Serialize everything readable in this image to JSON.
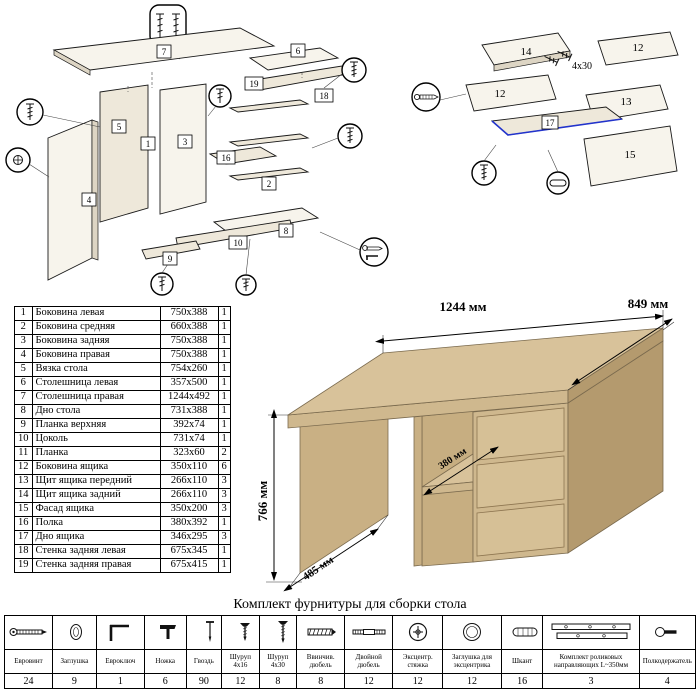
{
  "exploded_left": {
    "labels": {
      "l7": "7",
      "l6": "6",
      "l19": "19",
      "l18": "18",
      "l5": "5",
      "l1": "1",
      "l3": "3",
      "l16": "16",
      "l2": "2",
      "l4": "4",
      "l10": "10",
      "l8": "8",
      "l9": "9"
    }
  },
  "exploded_right": {
    "labels": {
      "l14": "14",
      "l12a": "12",
      "l12b": "12",
      "l13": "13",
      "l17": "17",
      "l15": "15"
    },
    "screw_note": "4x30",
    "accent_blue": "#2233cc"
  },
  "desk": {
    "dim_width": "1244 мм",
    "dim_depth": "849 мм",
    "dim_height": "766 мм",
    "dim_shelf": "380 мм",
    "dim_left": "485 мм",
    "colors": {
      "top": "#d8c29a",
      "front": "#cfb88e",
      "side": "#b49a6e",
      "left_panel": "#c9b084",
      "drawer": "#d6c096",
      "cubby": "#c7ae81"
    }
  },
  "parts": {
    "rows": [
      {
        "num": "1",
        "name": "Боковина левая",
        "size": "750x388",
        "qty": "1"
      },
      {
        "num": "2",
        "name": "Боковина средняя",
        "size": "660x388",
        "qty": "1"
      },
      {
        "num": "3",
        "name": "Боковина задняя",
        "size": "750x388",
        "qty": "1"
      },
      {
        "num": "4",
        "name": "Боковина правая",
        "size": "750x388",
        "qty": "1"
      },
      {
        "num": "5",
        "name": "Вязка стола",
        "size": "754x260",
        "qty": "1"
      },
      {
        "num": "6",
        "name": "Столешница левая",
        "size": "357x500",
        "qty": "1"
      },
      {
        "num": "7",
        "name": "Столешница правая",
        "size": "1244x492",
        "qty": "1"
      },
      {
        "num": "8",
        "name": "Дно стола",
        "size": "731x388",
        "qty": "1"
      },
      {
        "num": "9",
        "name": "Планка верхняя",
        "size": "392x74",
        "qty": "1"
      },
      {
        "num": "10",
        "name": "Цоколь",
        "size": "731x74",
        "qty": "1"
      },
      {
        "num": "11",
        "name": "Планка",
        "size": "323x60",
        "qty": "2"
      },
      {
        "num": "12",
        "name": "Боковина ящика",
        "size": "350x110",
        "qty": "6"
      },
      {
        "num": "13",
        "name": "Щит ящика передний",
        "size": "266x110",
        "qty": "3"
      },
      {
        "num": "14",
        "name": "Щит ящика задний",
        "size": "266x110",
        "qty": "3"
      },
      {
        "num": "15",
        "name": "Фасад ящика",
        "size": "350x200",
        "qty": "3"
      },
      {
        "num": "16",
        "name": "Полка",
        "size": "380x392",
        "qty": "1"
      },
      {
        "num": "17",
        "name": "Дно ящика",
        "size": "346x295",
        "qty": "3"
      },
      {
        "num": "18",
        "name": "Стенка задняя левая",
        "size": "675x345",
        "qty": "1"
      },
      {
        "num": "19",
        "name": "Стенка задняя правая",
        "size": "675x415",
        "qty": "1"
      }
    ]
  },
  "kit": {
    "title": "Комплект фурнитуры для сборки стола",
    "items": [
      {
        "name": "Евровинт",
        "qty": "24",
        "icon": "confirmat-screw-icon"
      },
      {
        "name": "Заглушка",
        "qty": "9",
        "icon": "cap-icon"
      },
      {
        "name": "Евроключ",
        "qty": "1",
        "icon": "hex-key-icon"
      },
      {
        "name": "Ножка",
        "qty": "6",
        "icon": "foot-icon"
      },
      {
        "name": "Гвоздь",
        "qty": "90",
        "icon": "nail-icon"
      },
      {
        "name": "Шуруп 4x16",
        "qty": "12",
        "icon": "screw-short-icon"
      },
      {
        "name": "Шуруп 4x30",
        "qty": "8",
        "icon": "screw-long-icon"
      },
      {
        "name": "Ввинчив. дюбель",
        "qty": "8",
        "icon": "threaded-dowel-icon"
      },
      {
        "name": "Двойной дюбель",
        "qty": "12",
        "icon": "double-dowel-icon"
      },
      {
        "name": "Эксцентр. стяжка",
        "qty": "12",
        "icon": "cam-lock-icon"
      },
      {
        "name": "Заглушка для эксцентрика",
        "qty": "12",
        "icon": "cam-cap-icon"
      },
      {
        "name": "Шкант",
        "qty": "16",
        "icon": "wood-dowel-icon"
      },
      {
        "name": "Комплект роликовых направляющих L~350мм",
        "qty": "3",
        "icon": "drawer-slide-icon"
      },
      {
        "name": "Полкодержатель",
        "qty": "4",
        "icon": "shelf-pin-icon"
      }
    ]
  }
}
